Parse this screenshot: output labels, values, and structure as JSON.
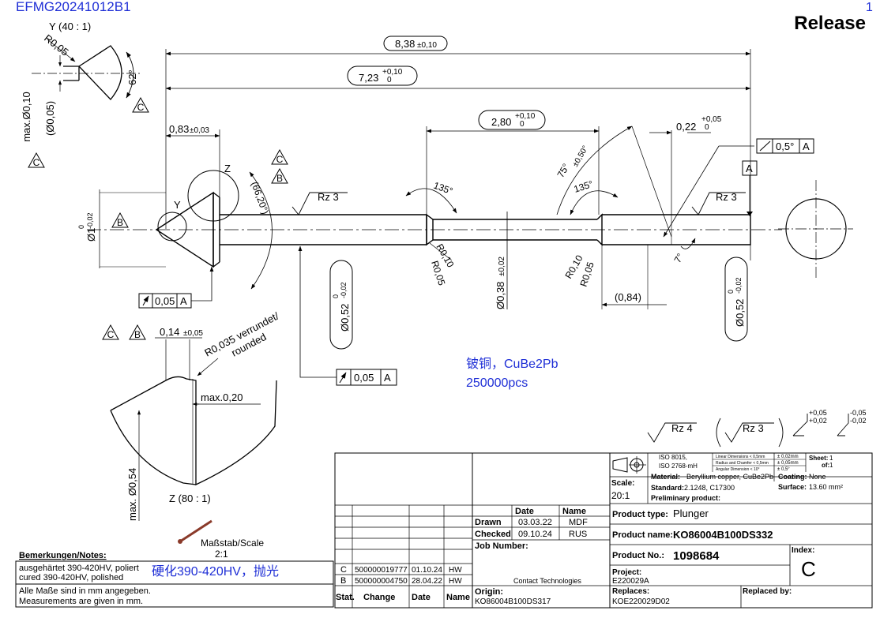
{
  "header": {
    "doc_id": "EFMG20241012B1",
    "sheet_mark": "1",
    "status": "Release"
  },
  "detail_y": {
    "title": "Y (40 : 1)",
    "radius": "R0,05",
    "angle": "62°",
    "dia_max": "max.Ø0,10",
    "dia_ref": "(Ø0,05)",
    "mark_c": "C"
  },
  "main": {
    "dim_838": "8,38",
    "tol_838": "±0,10",
    "dim_723": "7,23",
    "tol_723_up": "+0,10",
    "tol_723_lo": "0",
    "dim_083": "0,83",
    "tol_083": "±0,03",
    "dim_280": "2,80",
    "tol_280_up": "+0,10",
    "tol_280_lo": "0",
    "dim_022": "0,22",
    "tol_022_up": "+0,05",
    "tol_022_lo": "0",
    "angle_75": "75°",
    "tol_75": "±0,50°",
    "angle_135a": "135°",
    "angle_135b": "135°",
    "angle_66": "(66,20°)",
    "angle_7": "7°",
    "perp_sym": "∠",
    "perp_val": "0,5°",
    "datum_a": "A",
    "z_label": "Z",
    "y_label": "Y",
    "mark_b": "B",
    "mark_c": "C",
    "rz3_left": "Rz 3",
    "rz3_right": "Rz 3",
    "dia1": "Ø1",
    "dia1_tol_up": "0",
    "dia1_tol_lo": "-0,02",
    "runout1": "0,05",
    "runout1_ref": "A",
    "runout2": "0,05",
    "runout2_ref": "A",
    "dia052": "Ø0,52",
    "dia052_tol": "0\n-0,02",
    "dia038": "Ø0,38",
    "dia038_tol": "±0,02",
    "r010a": "R0,10",
    "r005a": "R0,05",
    "r010b": "R0,10",
    "r005b": "R0,05",
    "dim_084": "(0,84)",
    "dia052r": "Ø0,52",
    "dia052r_tol_up": "0",
    "dia052r_tol_lo": "-0,02"
  },
  "detail_z": {
    "title": "Z (80 : 1)",
    "dim_014": "0,14",
    "tol_014": "±0,05",
    "rounded1": "R0,035 verrundet/",
    "rounded2": "rounded",
    "max020": "max.0,20",
    "max054": "max. Ø0,54"
  },
  "annotations": {
    "material_cn": "铍铜，CuBe2Pb",
    "quantity": "250000pcs",
    "hardness_cn": "硬化390-420HV，抛光"
  },
  "surface": {
    "rz4": "Rz 4",
    "rz3": "Rz 3",
    "tol_a_up": "+0,05",
    "tol_a_lo": "+0,02",
    "tol_b_up": "-0,05",
    "tol_b_lo": "-0,02"
  },
  "scale_icon": {
    "label1": "Maßstab/Scale",
    "label2": "2:1"
  },
  "notes": {
    "heading": "Bemerkungen/Notes:",
    "line1a": "ausgehärtet 390-420HV, poliert",
    "line1b": "cured 390-420HV, polished",
    "line2a": "Alle Maße sind in mm angegeben.",
    "line2b": "Measurements are given in mm."
  },
  "revisions": {
    "headers": [
      "Stat.",
      "Change",
      "Date",
      "Name"
    ],
    "rows": [
      [
        "C",
        "500000019777",
        "01.10.24",
        "HW"
      ],
      [
        "B",
        "500000004750",
        "28.04.22",
        "HW"
      ]
    ]
  },
  "approval": {
    "col_date": "Date",
    "col_name": "Name",
    "drawn_label": "Drawn",
    "drawn_date": "03.03.22",
    "drawn_name": "MDF",
    "checked_label": "Checked",
    "checked_date": "09.10.24",
    "checked_name": "RUS",
    "job_label": "Job Number:",
    "company": "Contact Technologies",
    "origin_label": "Origin:",
    "origin_value": "KO86004B100DS317"
  },
  "titleblock": {
    "iso1": "ISO 8015,",
    "iso2": "ISO 2768-mH",
    "tol_lin_label": "Linear Dimensions < 0,5mm",
    "tol_lin_val": "± 0,02mm",
    "tol_rad_label": "Radius and Chamfer < 0,5mm",
    "tol_rad_val": "± 0,05mm",
    "tol_ang_label": "Angular Dimension < 10°",
    "tol_ang_val": "± 0,5°",
    "sheet_label": "Sheet:",
    "sheet_val": "1",
    "of_label": "of:",
    "of_val": "1",
    "scale_label": "Scale:",
    "scale_val": "20:1",
    "material_label": "Material:",
    "material_val": "Beryllium copper, CuBe2Pb",
    "coating_label": "Coating:",
    "coating_val": "None",
    "standard_label": "Standard:",
    "standard_val": "2.1248, C17300",
    "surface_label": "Surface:",
    "surface_val": "13.60 mm²",
    "prelim_label": "Preliminary product:",
    "ptype_label": "Product type:",
    "ptype_val": "Plunger",
    "pname_label": "Product name:",
    "pname_val": "KO86004B100DS332",
    "pno_label": "Product No.:",
    "pno_val": "1098684",
    "index_label": "Index:",
    "index_val": "C",
    "project_label": "Project:",
    "project_val": "E220029A",
    "replaces_label": "Replaces:",
    "replaces_val": "KOE220029D02",
    "replacedby_label": "Replaced by:"
  }
}
